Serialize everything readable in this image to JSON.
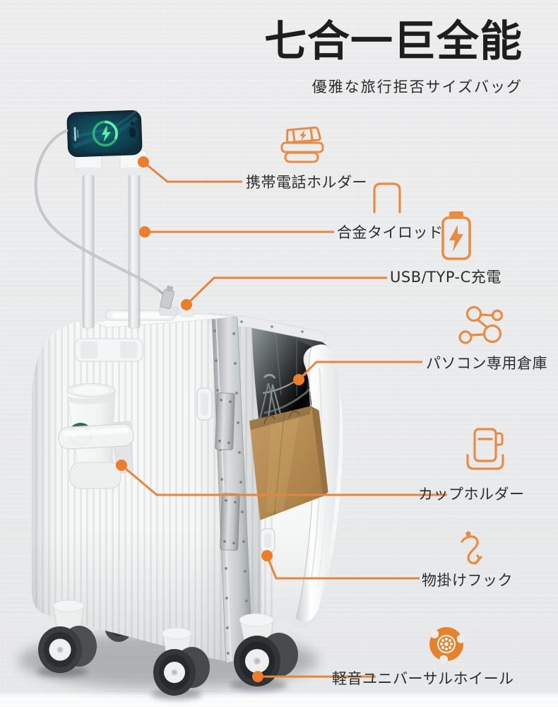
{
  "hero": {
    "title": "七合一巨全能",
    "subtitle": "優雅な旅行拒否サイズバッグ"
  },
  "features": [
    {
      "name": "phone-holder",
      "label": "携帯電話ホルダー"
    },
    {
      "name": "alloy-trolley-rod",
      "label": "合金タイロッド"
    },
    {
      "name": "usb-typec-charging",
      "label": "USB/TYP-C充電"
    },
    {
      "name": "laptop-compartment",
      "label": "パソコン専用倉庫"
    },
    {
      "name": "cup-holder",
      "label": "カップホルダー"
    },
    {
      "name": "hanging-hook",
      "label": "物掛けフック"
    },
    {
      "name": "quiet-universal-wheels",
      "label": "軽音ユニバーサルホイール"
    }
  ],
  "colors": {
    "accent_line": "#E6853B",
    "accent_dot": "#EC7D2B",
    "accent_icon": "#E98C42",
    "wheel_icon_fill": "#E5832C",
    "title_text": "#1E1E1E",
    "label_text": "#2C2C2C",
    "background": "#EAEBEC"
  }
}
